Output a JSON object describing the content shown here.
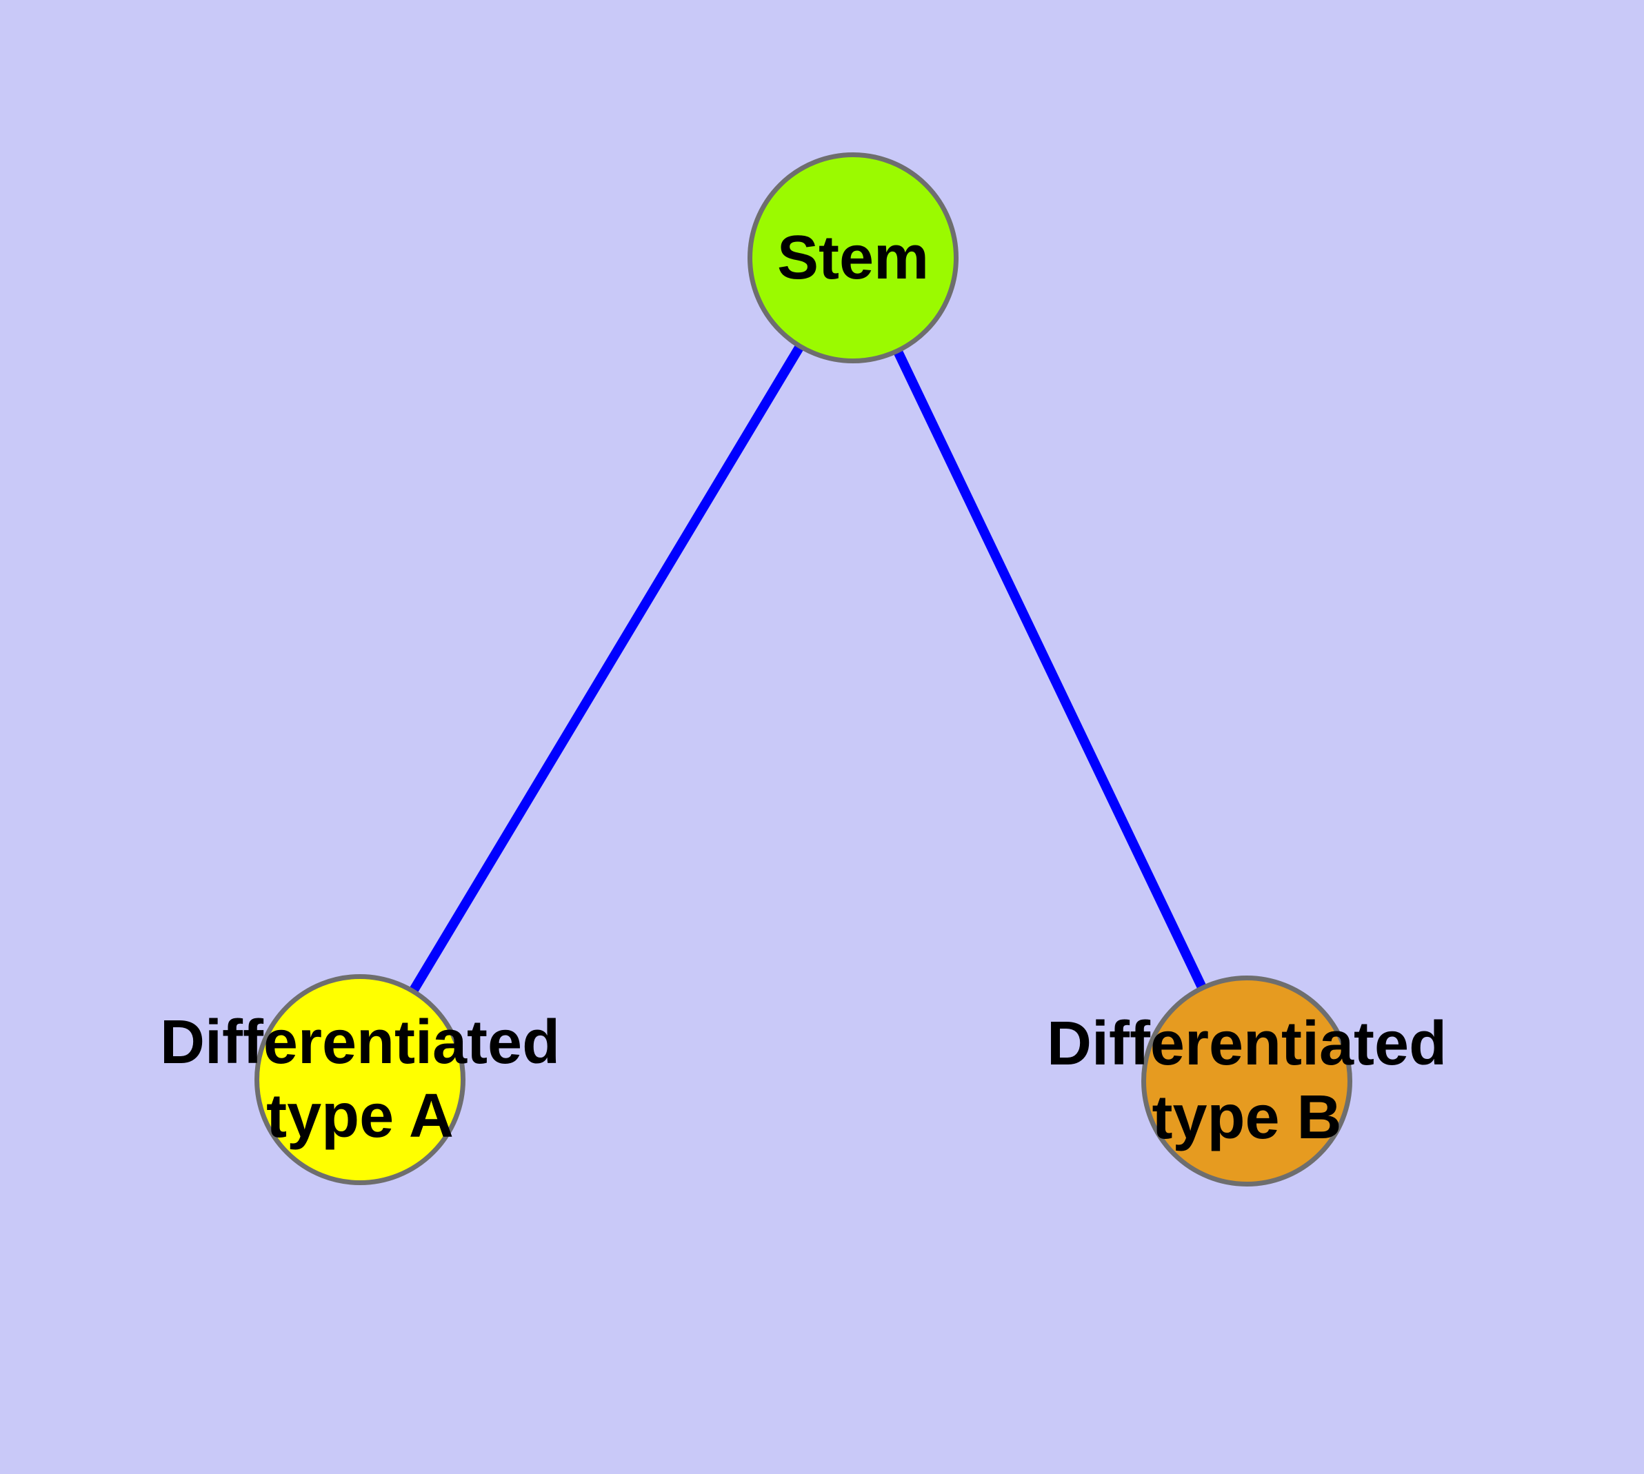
{
  "diagram": {
    "background_color": "#C9C9F8",
    "edge_color": "#0000FF",
    "node_border_color": "#6E6E6E",
    "label_color": "#000000",
    "nodes": [
      {
        "id": "stem",
        "label": "Stem",
        "fill_color": "#9BFA00"
      },
      {
        "id": "differentiated-type-a",
        "label_line1": "Differentiated",
        "label_line2": "type A",
        "fill_color": "#FFFF00"
      },
      {
        "id": "differentiated-type-b",
        "label_line1": "Differentiated",
        "label_line2": "type B",
        "fill_color": "#E69B20"
      }
    ],
    "edges": [
      {
        "from": "Stem",
        "to": "Differentiated type A"
      },
      {
        "from": "Stem",
        "to": "Differentiated type B"
      }
    ]
  }
}
